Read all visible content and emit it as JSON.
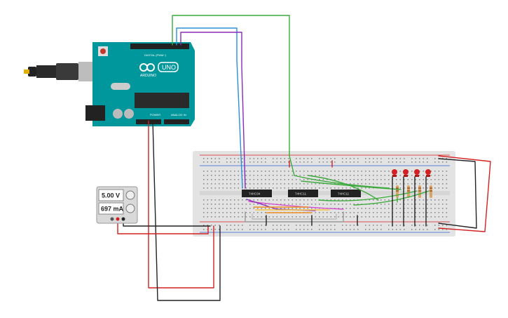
{
  "psu": {
    "voltage": "5.00 V",
    "current": "697 mA"
  },
  "arduino": {
    "brand": "ARDUINO",
    "model": "UNO",
    "digital_label": "DIGITAL (PWM~)",
    "power_label": "POWER",
    "analog_label": "ANALOG IN"
  },
  "chips": [
    {
      "label": "74HC04"
    },
    {
      "label": "74HC11"
    },
    {
      "label": "74HC11"
    }
  ],
  "leds": {
    "count": 4,
    "color": "#d42020"
  },
  "wire_colors": {
    "red": "#d42020",
    "black": "#222222",
    "green": "#3caa3c",
    "blue": "#2b8fd6",
    "purple": "#8a2bb8",
    "orange": "#f09020",
    "gray": "#999999"
  },
  "board_color": "#00979c"
}
